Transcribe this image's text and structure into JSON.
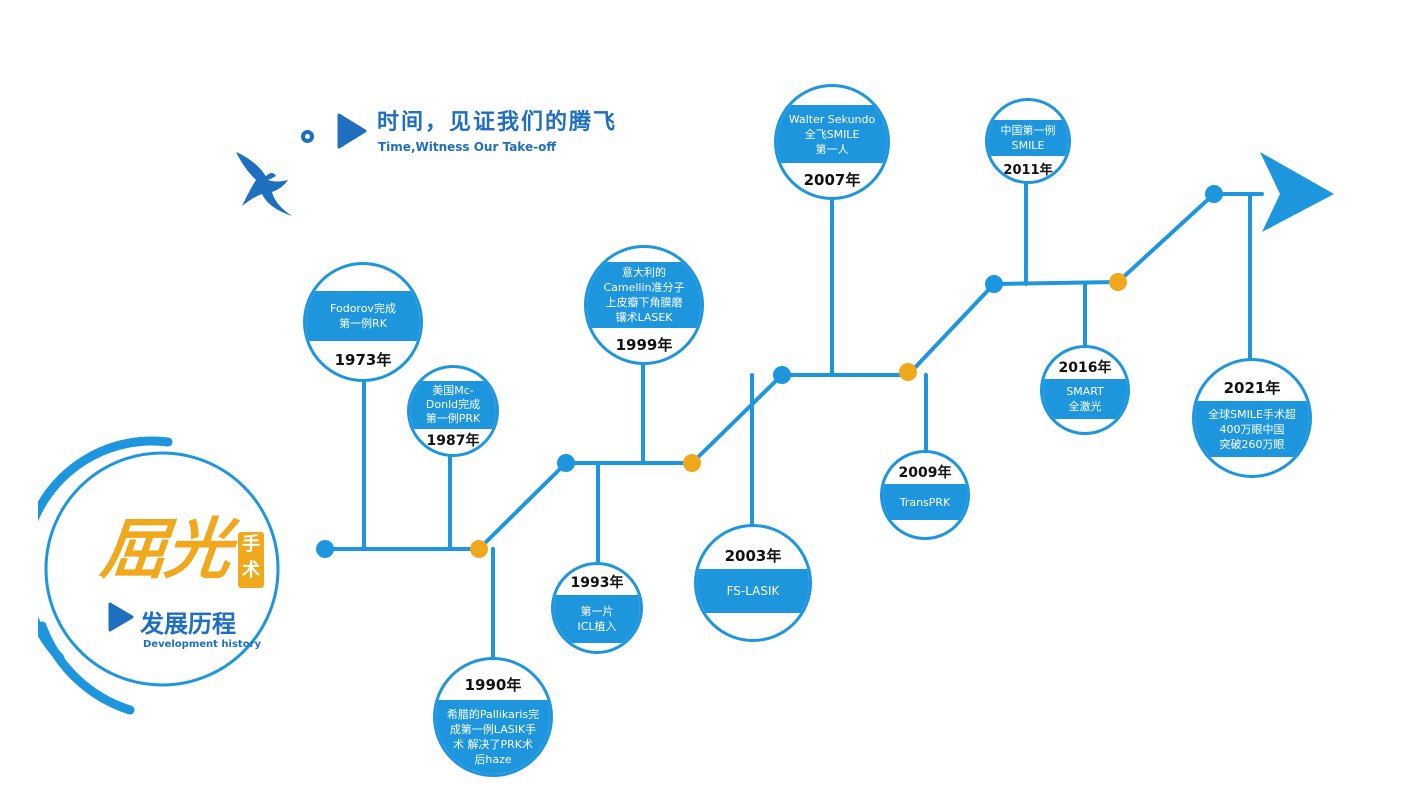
{
  "header": {
    "title": "时间，见证我们的腾飞",
    "subtitle": "Time,Witness Our Take-off"
  },
  "logo": {
    "brand": "屈光",
    "badge": "手术",
    "title": "发展历程",
    "subtitle": "Development history"
  },
  "colors": {
    "blue": "#1e96de",
    "dark_blue": "#1e6fbf",
    "orange": "#f0a81c"
  },
  "events": [
    {
      "year": "1973年",
      "desc": "Fodorov完成\n第一例RK"
    },
    {
      "year": "1987年",
      "desc": "美国Mc-\nDonld完成\n第一例PRK"
    },
    {
      "year": "1990年",
      "desc": "希腊的Pallikaris完\n成第一例LASIK手\n术 解决了PRK术\n后haze"
    },
    {
      "year": "1993年",
      "desc": "第一片\nICL植入"
    },
    {
      "year": "1999年",
      "desc": "意大利的\nCamellin准分子\n上皮瓣下角膜磨\n镶术LASEK"
    },
    {
      "year": "2003年",
      "desc": "FS-LASIK"
    },
    {
      "year": "2007年",
      "desc": "Walter Sekundo\n全飞SMILE\n第一人"
    },
    {
      "year": "2009年",
      "desc": "TransPRK"
    },
    {
      "year": "2011年",
      "desc": "中国第一例\nSMILE"
    },
    {
      "year": "2016年",
      "desc": "SMART\n全激光"
    },
    {
      "year": "2021年",
      "desc": "全球SMILE手术超\n400万眼中国\n突破260万眼"
    }
  ]
}
